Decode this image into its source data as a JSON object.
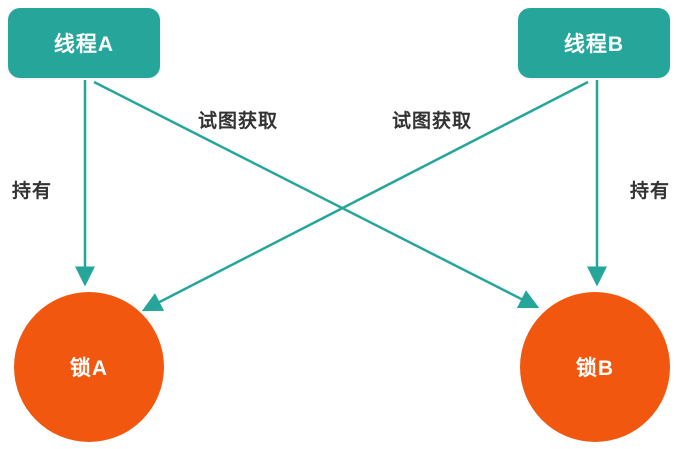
{
  "diagram": {
    "title": "thread-lock-deadlock-diagram",
    "nodes": {
      "thread_a": {
        "label": "线程A",
        "shape": "rounded-rect"
      },
      "thread_b": {
        "label": "线程B",
        "shape": "rounded-rect"
      },
      "lock_a": {
        "label": "锁A",
        "shape": "circle"
      },
      "lock_b": {
        "label": "锁B",
        "shape": "circle"
      }
    },
    "edges": {
      "holds_a": {
        "from": "thread_a",
        "to": "lock_a",
        "label": "持有"
      },
      "holds_b": {
        "from": "thread_b",
        "to": "lock_b",
        "label": "持有"
      },
      "tries_a_to_b": {
        "from": "thread_a",
        "to": "lock_b",
        "label": "试图获取"
      },
      "tries_b_to_a": {
        "from": "thread_b",
        "to": "lock_a",
        "label": "试图获取"
      }
    },
    "colors": {
      "node_rect_fill": "#26A69A",
      "node_circle_fill": "#F1570F",
      "arrow_stroke": "#26A69A",
      "label_text": "#333333",
      "node_text": "#FFFFFF",
      "background": "#FFFFFF"
    }
  }
}
